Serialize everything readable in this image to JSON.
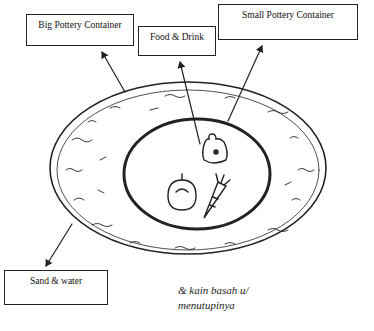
{
  "diagram": {
    "nodes": [
      {
        "text": [
          "Big Pottery Container"
        ]
      },
      {
        "text": [
          "Food & Drink"
        ]
      },
      {
        "text": [
          "Small Pottery Container"
        ]
      },
      {
        "text": [
          "Sand & water"
        ]
      }
    ],
    "labels": [
      "& kain basah u/ menutupinya"
    ]
  }
}
